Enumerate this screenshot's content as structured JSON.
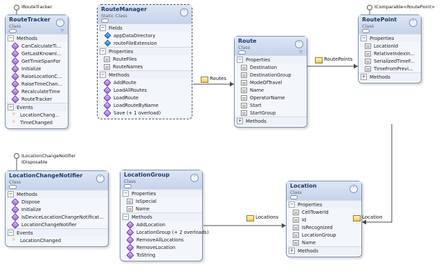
{
  "classes": {
    "route_tracker": {
      "name": "RouteTracker",
      "kind": "Class",
      "interface": "IRouteTracker",
      "sections": [
        {
          "label": "Methods",
          "items": [
            {
              "icon": "method",
              "text": "CanCalculateTi..."
            },
            {
              "icon": "method",
              "text": "GetLastKnownI..."
            },
            {
              "icon": "method",
              "text": "GetTimeSpanFor"
            },
            {
              "icon": "method",
              "text": "Initialize"
            },
            {
              "icon": "method",
              "text": "RaiseLocationC..."
            },
            {
              "icon": "method",
              "text": "RaiseTimeChan..."
            },
            {
              "icon": "method",
              "text": "RecalculateTime"
            },
            {
              "icon": "method",
              "text": "RouteTracker"
            }
          ]
        },
        {
          "label": "Events",
          "items": [
            {
              "icon": "event",
              "text": "LocationChang..."
            },
            {
              "icon": "event",
              "text": "TimeChanged"
            }
          ]
        }
      ]
    },
    "route_manager": {
      "name": "RouteManager",
      "kind": "Static Class",
      "sections": [
        {
          "label": "Fields",
          "items": [
            {
              "icon": "field",
              "text": "appDataDirectory"
            },
            {
              "icon": "field",
              "text": "routeFileExtension"
            }
          ]
        },
        {
          "label": "Properties",
          "items": [
            {
              "icon": "prop",
              "text": "RouteFiles"
            },
            {
              "icon": "prop",
              "text": "RouteNames"
            }
          ]
        },
        {
          "label": "Methods",
          "items": [
            {
              "icon": "method",
              "text": "AddRoute"
            },
            {
              "icon": "method",
              "text": "LoadAllRoutes"
            },
            {
              "icon": "method",
              "text": "LoadRoute"
            },
            {
              "icon": "method",
              "text": "LoadRouteByName"
            },
            {
              "icon": "method",
              "text": "Save (+ 1 overload)"
            }
          ]
        }
      ]
    },
    "route": {
      "name": "Route",
      "kind": "Class",
      "sections": [
        {
          "label": "Properties",
          "items": [
            {
              "icon": "prop",
              "text": "Destination"
            },
            {
              "icon": "prop",
              "text": "DestinationGroup"
            },
            {
              "icon": "prop",
              "text": "ModeOfTravel"
            },
            {
              "icon": "prop",
              "text": "Name"
            },
            {
              "icon": "prop",
              "text": "OperatorName"
            },
            {
              "icon": "prop",
              "text": "Start"
            },
            {
              "icon": "prop",
              "text": "StartGroup"
            }
          ]
        },
        {
          "label": "Methods",
          "collapsed": true,
          "items": []
        }
      ]
    },
    "route_point": {
      "name": "RoutePoint",
      "kind": "Class",
      "interface": "IComparable<RoutePoint>",
      "sections": [
        {
          "label": "Properties",
          "items": [
            {
              "icon": "prop",
              "text": "LocationId"
            },
            {
              "icon": "prop",
              "text": "RelativeIndexIn..."
            },
            {
              "icon": "prop",
              "text": "SerializedTimeF..."
            },
            {
              "icon": "prop",
              "text": "TimeFromPrevi..."
            }
          ]
        },
        {
          "label": "Methods",
          "collapsed": true,
          "items": []
        }
      ]
    },
    "location_change_notifier": {
      "name": "LocationChangeNotifier",
      "kind": "Class",
      "interfaces": [
        "ILocationChangeNotifier",
        "IDisposable"
      ],
      "sections": [
        {
          "label": "Methods",
          "items": [
            {
              "icon": "method",
              "text": "Dispose"
            },
            {
              "icon": "method",
              "text": "Initialize"
            },
            {
              "icon": "method",
              "text": "IsDeviceLocationChangeNotificat..."
            },
            {
              "icon": "method",
              "text": "LocationChangeNotifier"
            }
          ]
        },
        {
          "label": "Events",
          "items": [
            {
              "icon": "event",
              "text": "LocationChanged"
            }
          ]
        }
      ]
    },
    "location_group": {
      "name": "LocationGroup",
      "kind": "Class",
      "sections": [
        {
          "label": "Properties",
          "items": [
            {
              "icon": "prop",
              "text": "IsSpecial"
            },
            {
              "icon": "prop",
              "text": "Name"
            }
          ]
        },
        {
          "label": "Methods",
          "items": [
            {
              "icon": "method",
              "text": "AddLocation"
            },
            {
              "icon": "method",
              "text": "LocationGroup (+ 2 overloads)"
            },
            {
              "icon": "method",
              "text": "RemoveAllLocations"
            },
            {
              "icon": "method",
              "text": "RemoveLocation"
            },
            {
              "icon": "method",
              "text": "ToString"
            }
          ]
        }
      ]
    },
    "location": {
      "name": "Location",
      "kind": "Class",
      "sections": [
        {
          "label": "Properties",
          "items": [
            {
              "icon": "prop",
              "text": "CellTowerId"
            },
            {
              "icon": "prop",
              "text": "Id"
            },
            {
              "icon": "prop",
              "text": "IsRecognized"
            },
            {
              "icon": "prop",
              "text": "LocationGroup"
            },
            {
              "icon": "prop",
              "text": "Name"
            }
          ]
        },
        {
          "label": "Methods",
          "collapsed": true,
          "items": []
        }
      ]
    }
  },
  "associations": {
    "routes": "Routes",
    "route_points": "RoutePoints",
    "location": "Location",
    "locations": "Locations"
  },
  "colors": {
    "connector": "#4a4a4a",
    "accent": "#1c3a6e",
    "header": "#cad6ec"
  }
}
